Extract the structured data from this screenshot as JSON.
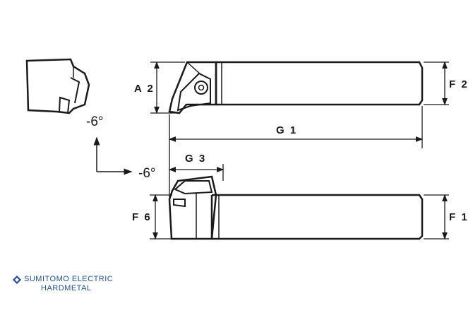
{
  "dimensions": {
    "a2": "A 2",
    "f2": "F 2",
    "g1": "G 1",
    "g3": "G 3",
    "f6": "F 6",
    "f1": "F 1"
  },
  "angles": {
    "angle_upper": "-6°",
    "angle_lower": "-6°"
  },
  "brand": {
    "line1": "SUMITOMO ELECTRIC",
    "line2": "HARDMETAL",
    "color": "#1e4f97"
  },
  "colors": {
    "line": "#1a1a1a",
    "fill": "#ffffff"
  }
}
